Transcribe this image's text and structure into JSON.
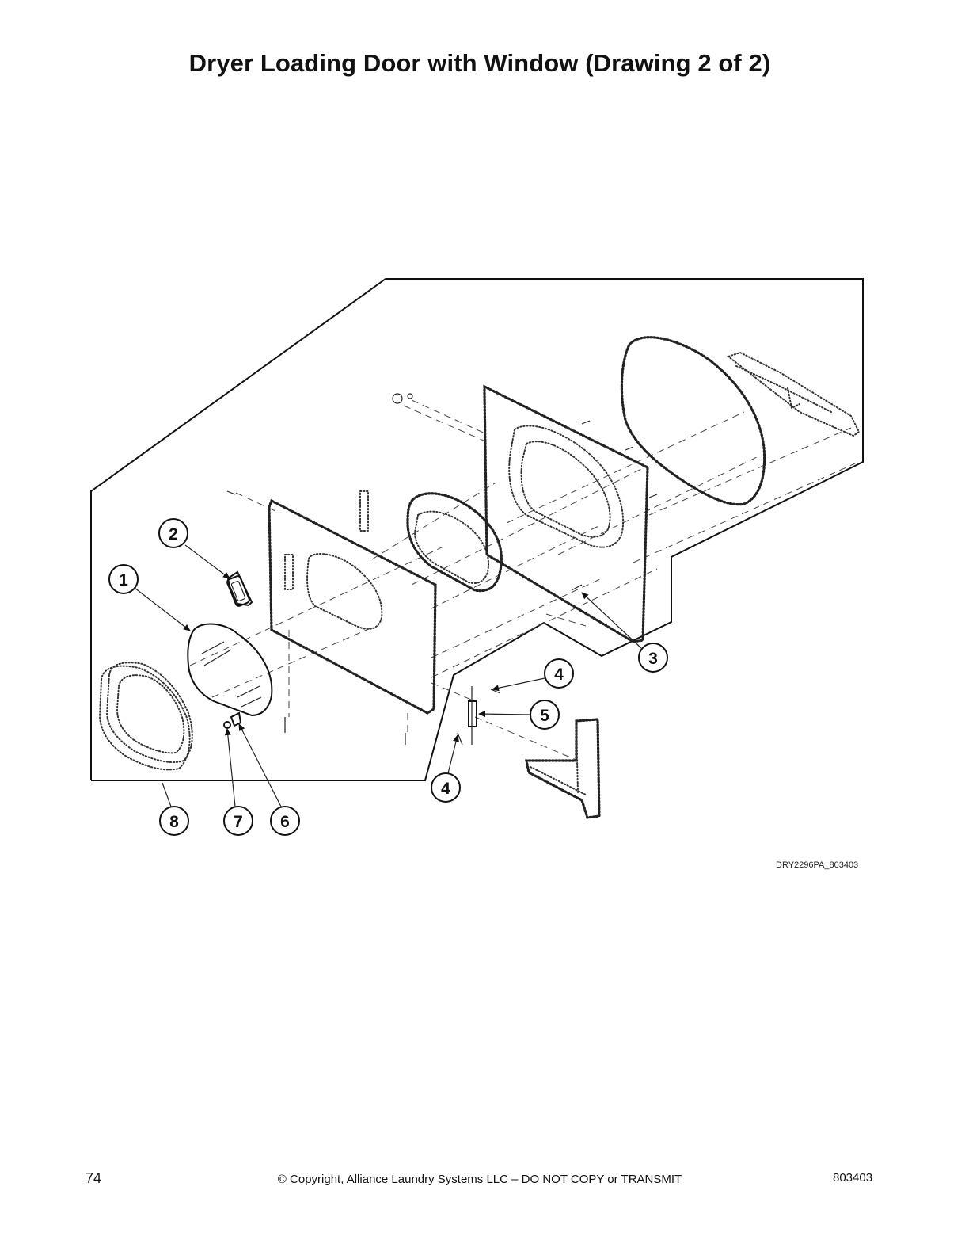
{
  "page": {
    "title": "Dryer Loading Door with Window (Drawing 2 of 2)",
    "drawing_code": "DRY2296PA_803403",
    "page_number": "74",
    "copyright": "© Copyright, Alliance Laundry Systems LLC – DO NOT COPY or TRANSMIT",
    "doc_number": "803403"
  },
  "callouts": {
    "c1": "1",
    "c2": "2",
    "c3": "3",
    "c4a": "4",
    "c4b": "4",
    "c5": "5",
    "c6": "6",
    "c7": "7",
    "c8": "8"
  }
}
